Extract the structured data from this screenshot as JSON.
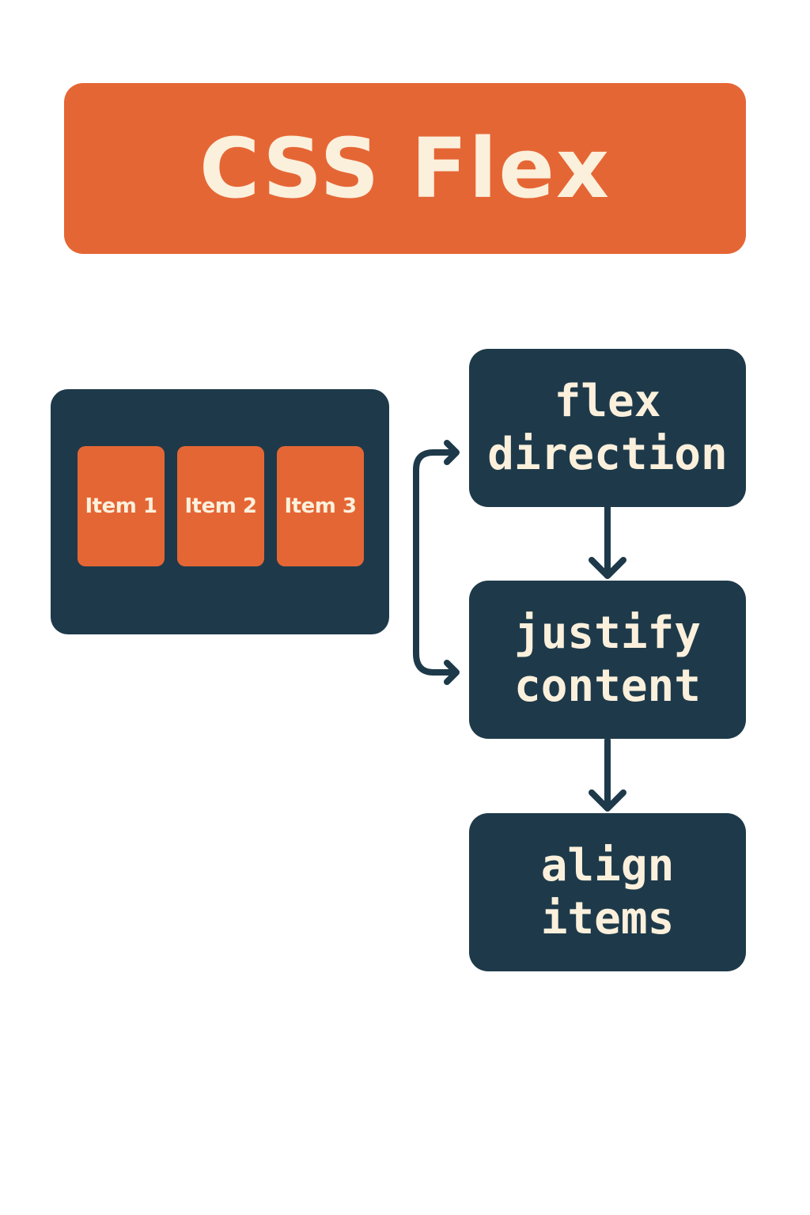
{
  "title": "CSS Flex",
  "container": {
    "items": [
      {
        "label": "Item 1"
      },
      {
        "label": "Item 2"
      },
      {
        "label": "Item 3"
      }
    ]
  },
  "properties": [
    {
      "line1": "flex",
      "line2": "direction"
    },
    {
      "line1": "justify",
      "line2": "content"
    },
    {
      "line1": "align",
      "line2": "items"
    }
  ],
  "colors": {
    "accent": "#e56635",
    "dark": "#1e3a4a",
    "text": "#fbf0dc",
    "background": "#ffffff"
  }
}
